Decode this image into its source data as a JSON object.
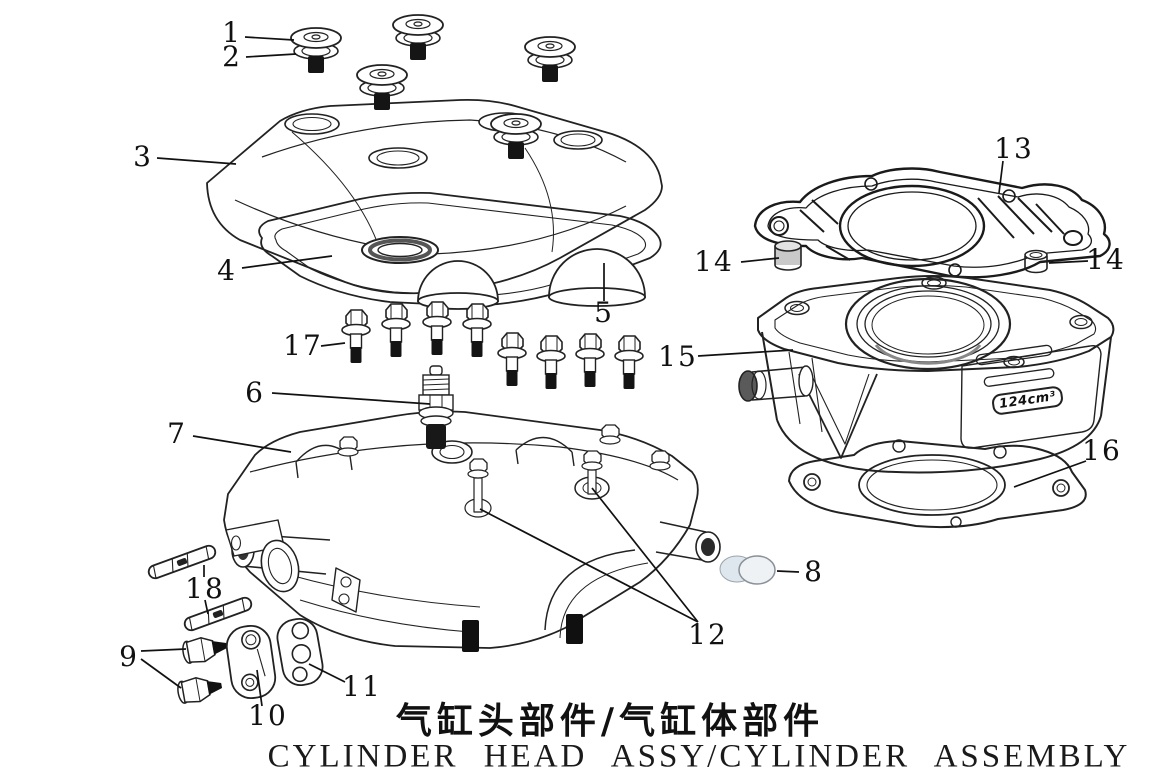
{
  "title": {
    "chinese": "气缸头部件/气缸体部件",
    "english": "CYLINDER HEAD ASSY/CYLINDER ASSEMBLY"
  },
  "cylinder_badge": "124cm³",
  "callouts": [
    {
      "label": "1"
    },
    {
      "label": "2"
    },
    {
      "label": "3"
    },
    {
      "label": "4"
    },
    {
      "label": "5"
    },
    {
      "label": "6"
    },
    {
      "label": "7"
    },
    {
      "label": "8"
    },
    {
      "label": "9"
    },
    {
      "label": "10"
    },
    {
      "label": "11"
    },
    {
      "label": "12"
    },
    {
      "label": "13"
    },
    {
      "label": "14"
    },
    {
      "label": "14"
    },
    {
      "label": "15"
    },
    {
      "label": "16"
    },
    {
      "label": "17"
    },
    {
      "label": "18"
    }
  ]
}
